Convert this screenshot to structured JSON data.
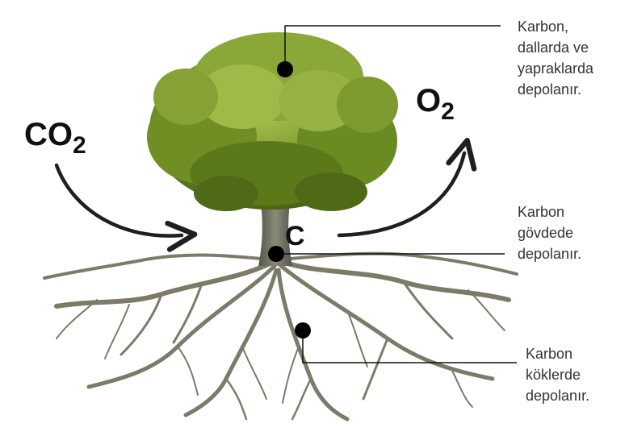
{
  "inputs": {
    "gas_main": "CO",
    "gas_sub": "2"
  },
  "outputs": {
    "gas_main": "O",
    "gas_sub": "2"
  },
  "center_label": "C",
  "annotations": {
    "crown": "Karbon,\ndallarda ve\nyapraklarda\ndepolanır.",
    "trunk": "Karbon\ngövdede\ndepolanır.",
    "roots": "Karbon\nköklerde\ndepolanır."
  },
  "colors": {
    "foliage_dark": "#4f6a16",
    "foliage_mid": "#7a9a2a",
    "foliage_light": "#a6bf4a",
    "bark": "#6e6e5c",
    "root": "#7d7a68",
    "arrow": "#1f1f1f"
  }
}
